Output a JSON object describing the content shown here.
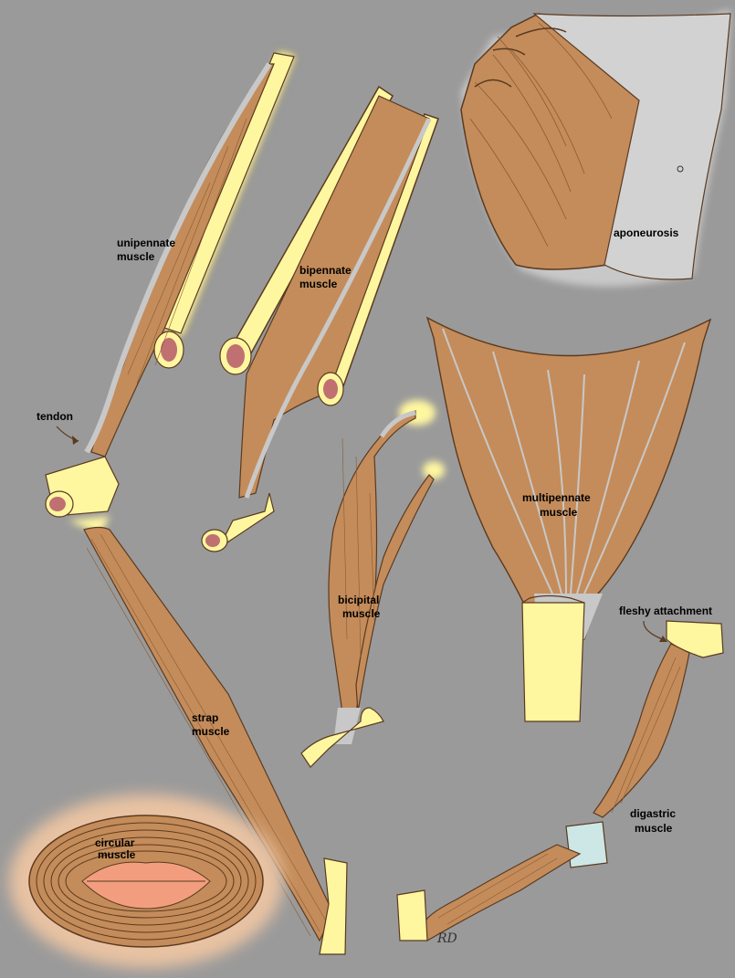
{
  "colors": {
    "background": "#9a9a9a",
    "muscle": "#c48c5a",
    "muscle_dark": "#8a5a32",
    "tendon": "#c8c8c8",
    "bone": "#fff6a0",
    "bone_marrow": "#c07070",
    "skin": "#e8c2a2",
    "lips": "#f29e7e",
    "fascia_band": "#cde6e6"
  },
  "labels": {
    "unipennate": [
      "unipennate",
      "muscle"
    ],
    "bipennate": [
      "bipennate",
      "muscle"
    ],
    "aponeurosis": "aponeurosis",
    "tendon": "tendon",
    "multipennate": [
      "multipennate",
      "muscle"
    ],
    "fleshy_attachment": "fleshy attachment",
    "bicipital": [
      "bicipital",
      "muscle"
    ],
    "strap": [
      "strap",
      "muscle"
    ],
    "digastric": [
      "digastric",
      "muscle"
    ],
    "circular": [
      "circular",
      "muscle"
    ],
    "signature": "RD"
  }
}
